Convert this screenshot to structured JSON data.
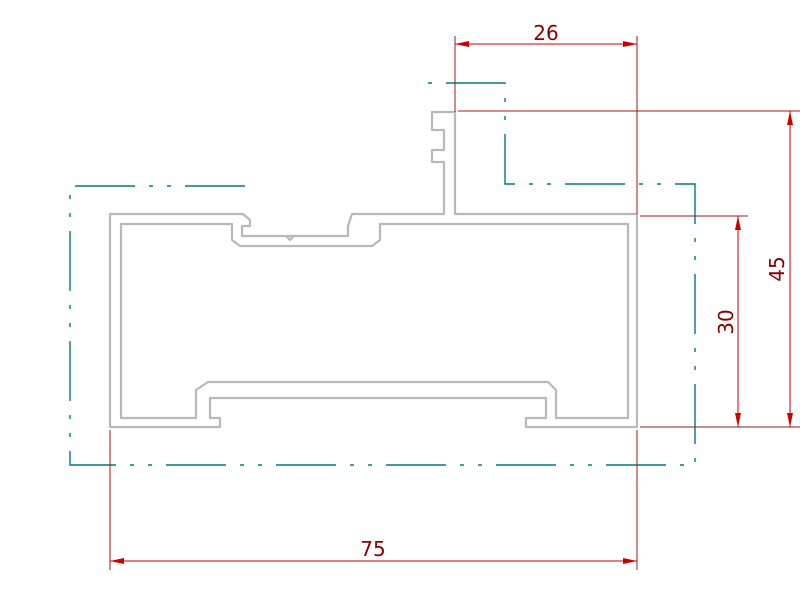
{
  "dimensions": {
    "top_width": "26",
    "total_height": "45",
    "inner_height": "30",
    "total_width": "75"
  },
  "colors": {
    "profile": "#b8b8b8",
    "dimension": "#cc0000",
    "dimension_text": "#8b0000",
    "center_line": "#007a7a",
    "background": "#ffffff"
  }
}
